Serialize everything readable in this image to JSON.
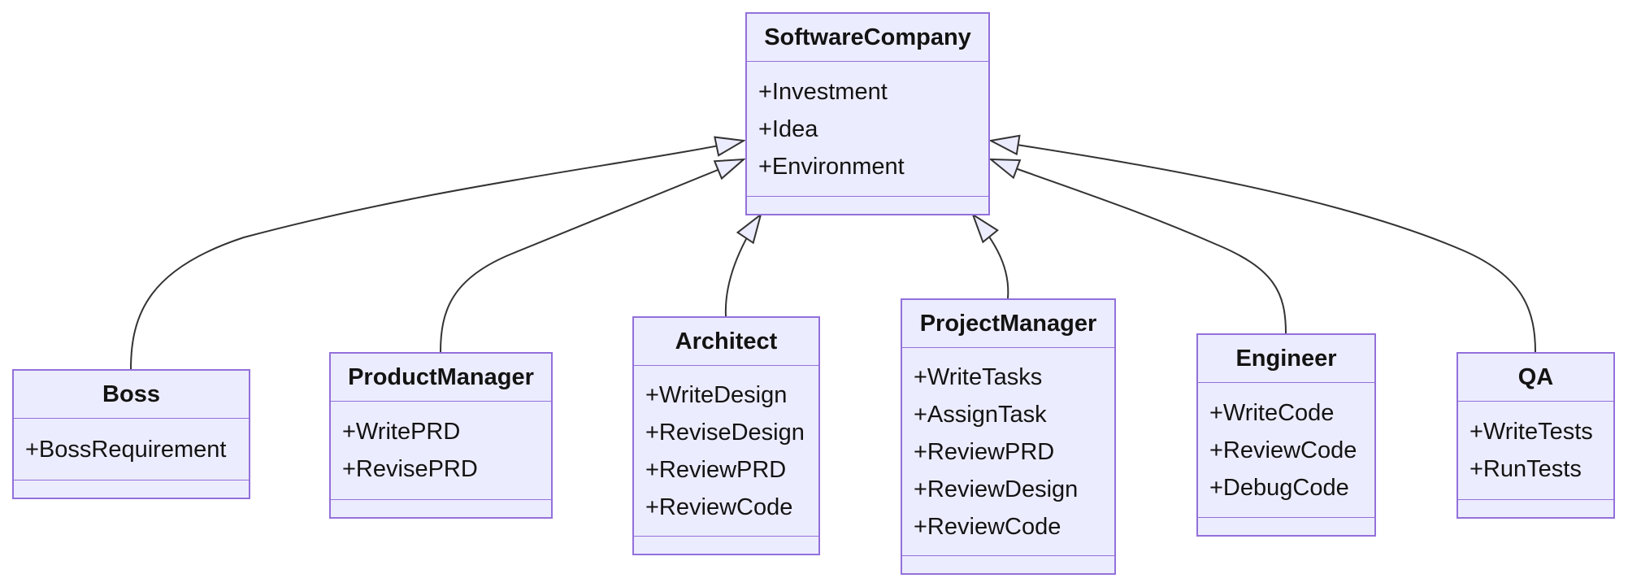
{
  "diagram": {
    "type": "uml-class-diagram",
    "colors": {
      "background": "#FFFFFF",
      "node_fill": "#ECECFF",
      "node_border": "#9370DB",
      "edge": "#333333",
      "text": "#131313"
    },
    "classes": [
      {
        "name": "SoftwareCompany",
        "attributes": [
          "+Investment",
          "+Idea",
          "+Environment"
        ],
        "methods": []
      },
      {
        "name": "Boss",
        "attributes": [
          "+BossRequirement"
        ],
        "methods": []
      },
      {
        "name": "ProductManager",
        "attributes": [
          "+WritePRD",
          "+RevisePRD"
        ],
        "methods": []
      },
      {
        "name": "Architect",
        "attributes": [
          "+WriteDesign",
          "+ReviseDesign",
          "+ReviewPRD",
          "+ReviewCode"
        ],
        "methods": []
      },
      {
        "name": "ProjectManager",
        "attributes": [
          "+WriteTasks",
          "+AssignTask",
          "+ReviewPRD",
          "+ReviewDesign",
          "+ReviewCode"
        ],
        "methods": []
      },
      {
        "name": "Engineer",
        "attributes": [
          "+WriteCode",
          "+ReviewCode",
          "+DebugCode"
        ],
        "methods": []
      },
      {
        "name": "QA",
        "attributes": [
          "+WriteTests",
          "+RunTests"
        ],
        "methods": []
      }
    ],
    "relationships": [
      {
        "from": "Boss",
        "to": "SoftwareCompany",
        "type": "inheritance"
      },
      {
        "from": "ProductManager",
        "to": "SoftwareCompany",
        "type": "inheritance"
      },
      {
        "from": "Architect",
        "to": "SoftwareCompany",
        "type": "inheritance"
      },
      {
        "from": "ProjectManager",
        "to": "SoftwareCompany",
        "type": "inheritance"
      },
      {
        "from": "Engineer",
        "to": "SoftwareCompany",
        "type": "inheritance"
      },
      {
        "from": "QA",
        "to": "SoftwareCompany",
        "type": "inheritance"
      }
    ]
  }
}
